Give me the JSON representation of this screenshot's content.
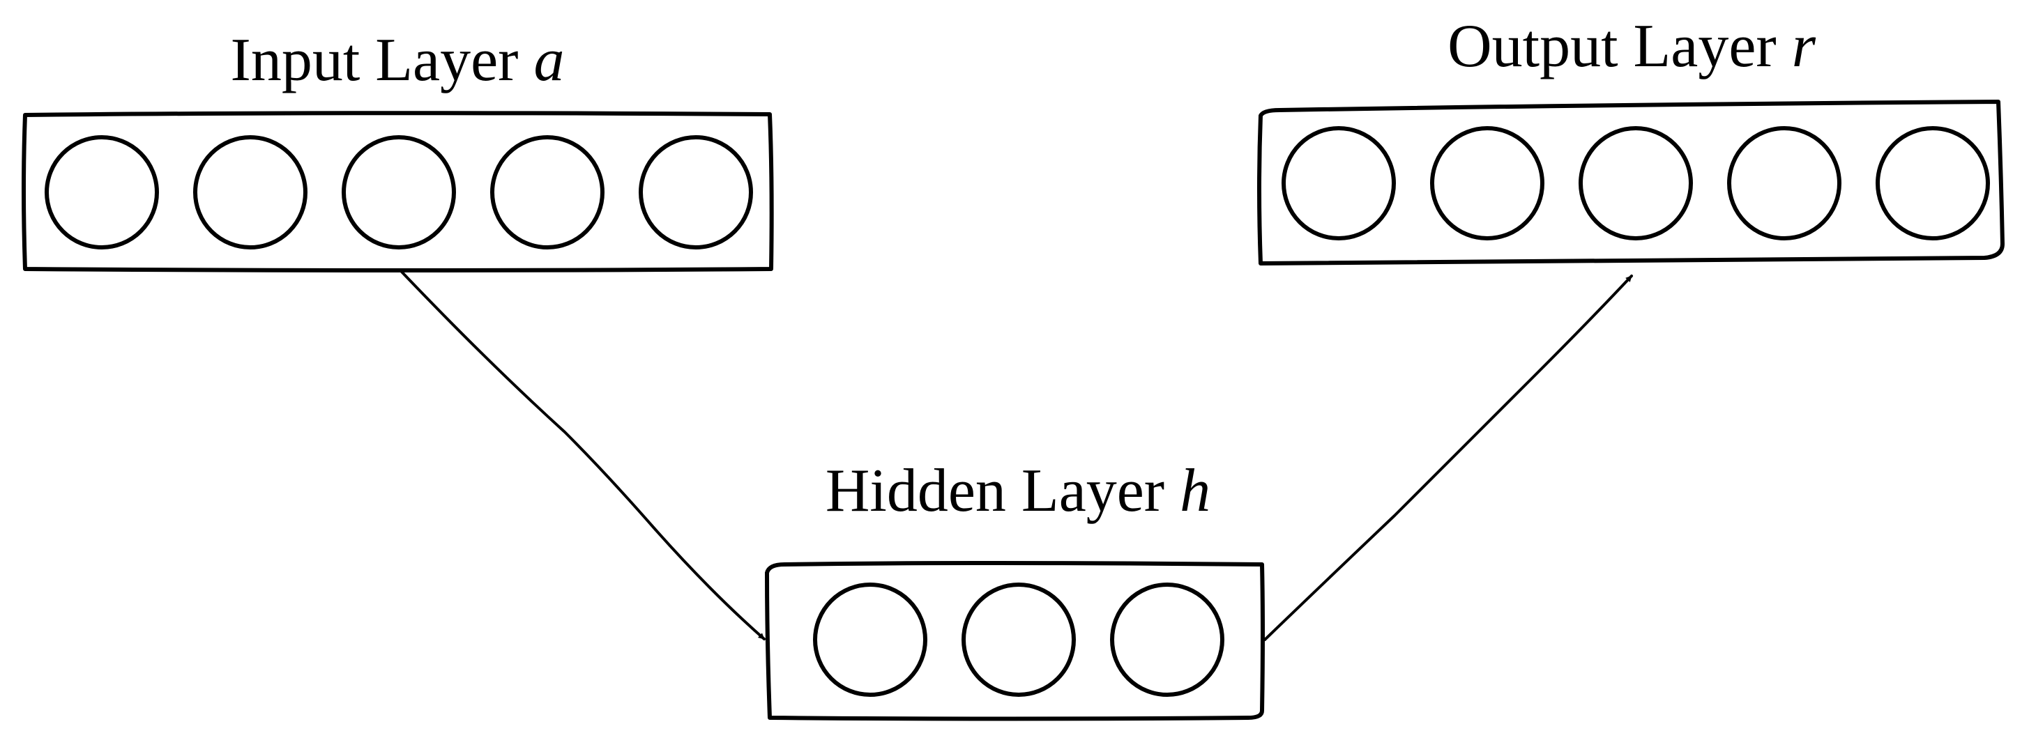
{
  "layers": {
    "input": {
      "label": "Input Layer ",
      "symbol": "a",
      "neuron_count": 5
    },
    "hidden": {
      "label": "Hidden Layer ",
      "symbol": "h",
      "neuron_count": 3
    },
    "output": {
      "label": "Output Layer ",
      "symbol": "r",
      "neuron_count": 5
    }
  },
  "connections": [
    {
      "from": "input",
      "to": "hidden"
    },
    {
      "from": "hidden",
      "to": "output"
    }
  ],
  "colors": {
    "stroke": "#000000",
    "background": "#ffffff"
  }
}
